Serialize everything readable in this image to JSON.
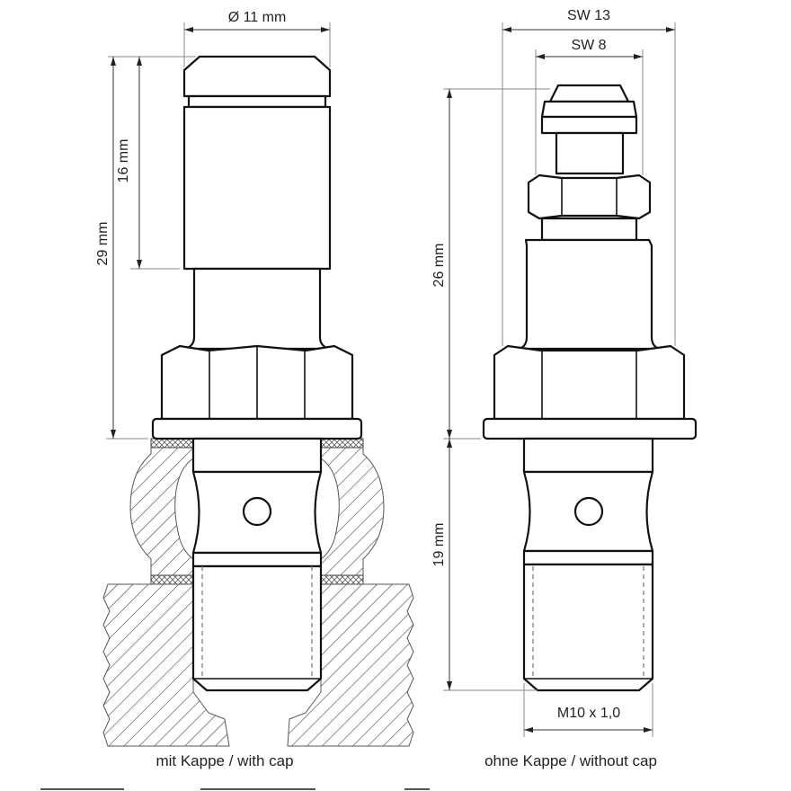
{
  "figure": {
    "description": "Technical drawing of banjo bolt bleed valve, two variants",
    "colors": {
      "line": "#111111",
      "dimension": "#333333",
      "extension": "#888888",
      "hatch": "#555555",
      "background": "#ffffff"
    }
  },
  "left_view": {
    "caption": "mit Kappe / with cap",
    "dimensions": {
      "diameter": "Ø 11 mm",
      "cap_height": "16 mm",
      "total_height": "29 mm"
    },
    "shows_mounting_section": true
  },
  "right_view": {
    "caption": "ohne Kappe / without cap",
    "dimensions": {
      "wrench_large": "SW 13",
      "wrench_small": "SW 8",
      "upper_height": "26 mm",
      "thread_length": "19 mm",
      "thread_spec": "M10 x 1,0"
    }
  }
}
